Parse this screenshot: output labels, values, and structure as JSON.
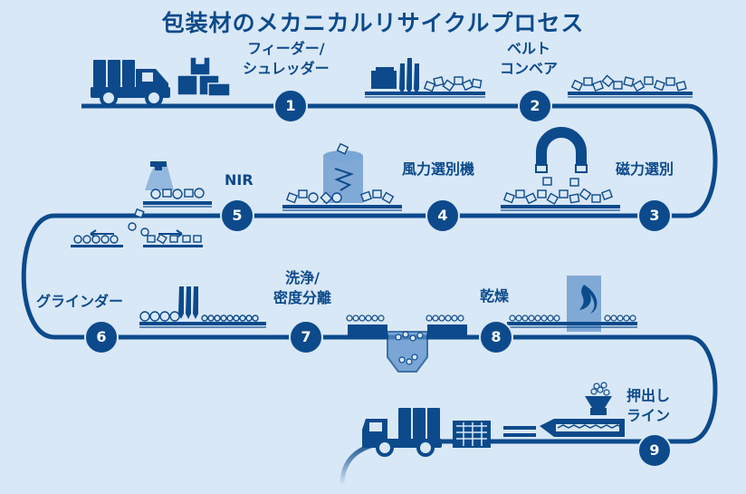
{
  "title": "包装材のメカニカルリサイクルプロセス",
  "steps": [
    {
      "num": "1",
      "label_line1": "フィーダー/",
      "label_line2": "シュレッダー"
    },
    {
      "num": "2",
      "label_line1": "ベルト",
      "label_line2": "コンベア"
    },
    {
      "num": "3",
      "label_line1": "磁力選別"
    },
    {
      "num": "4",
      "label_line1": "風力選別機"
    },
    {
      "num": "5",
      "label_line1": "NIR"
    },
    {
      "num": "6",
      "label_line1": "グラインダー"
    },
    {
      "num": "7",
      "label_line1": "洗浄/",
      "label_line2": "密度分離"
    },
    {
      "num": "8",
      "label_line1": "乾燥"
    },
    {
      "num": "9",
      "label_line1": "押出し",
      "label_line2": "ライン"
    }
  ],
  "colors": {
    "background": "#d9e8f6",
    "primary": "#0c4a8c",
    "accent": "#5b8fc9"
  },
  "icons": [
    "truck-icon",
    "boxes-icon",
    "shredder-icon",
    "conveyor-icon",
    "magnet-icon",
    "air-separator-icon",
    "nir-sensor-icon",
    "grinder-icon",
    "wash-tank-icon",
    "flame-icon",
    "extruder-icon",
    "pellet-crate-icon"
  ]
}
